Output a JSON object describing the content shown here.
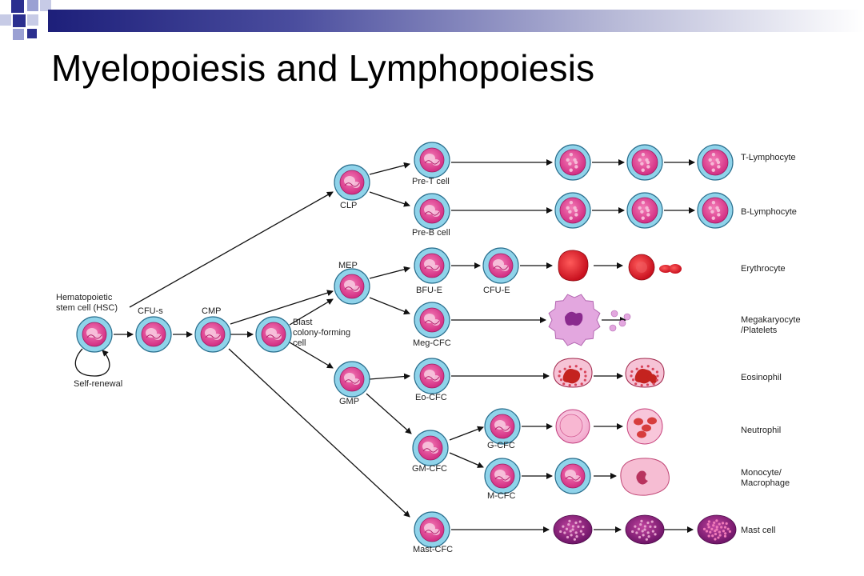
{
  "slide": {
    "title": "Myelopoiesis and Lymphopoiesis"
  },
  "diagram": {
    "cells": {
      "hsc": "Hematopoietic\nstem cell (HSC)",
      "self_renewal": "Self-renewal",
      "cfu_s": "CFU-s",
      "cmp": "CMP",
      "blast": "Blast\ncolony-forming\ncell",
      "clp": "CLP",
      "mep": "MEP",
      "gmp": "GMP",
      "pre_t": "Pre-T cell",
      "pre_b": "Pre-B cell",
      "bfu_e": "BFU-E",
      "cfu_e": "CFU-E",
      "meg_cfc": "Meg-CFC",
      "eo_cfc": "Eo-CFC",
      "gm_cfc": "GM-CFC",
      "g_cfc": "G-CFC",
      "m_cfc": "M-CFC",
      "mast_cfc": "Mast-CFC"
    },
    "outcomes": {
      "t_lymphocyte": "T-Lymphocyte",
      "b_lymphocyte": "B-Lymphocyte",
      "erythrocyte": "Erythrocyte",
      "megakaryocyte": "Megakaryocyte\n/Platelets",
      "eosinophil": "Eosinophil",
      "neutrophil": "Neutrophil",
      "monocyte": "Monocyte/\nMacrophage",
      "mast_cell": "Mast cell"
    },
    "colors": {
      "cell_ring": "#8fd3ea",
      "cell_ring_stroke": "#2a6f8e",
      "cell_fill": "#e74c99",
      "nucleus": "#f7c6de",
      "erythrocyte": "#d9232f",
      "eosinophil": "#c4231f",
      "mast": "#8a1f7a",
      "megakaryocyte": "#e3a7df"
    }
  }
}
